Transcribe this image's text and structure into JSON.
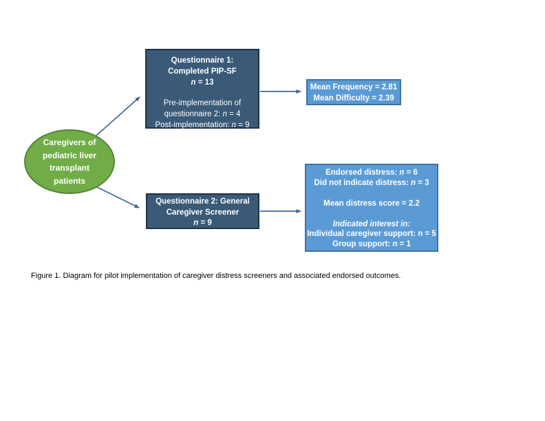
{
  "colors": {
    "ellipse_fill": "#70AD47",
    "ellipse_border": "#548235",
    "dark_box_fill": "#3A5A78",
    "dark_box_border": "#1E3245",
    "light_box_fill": "#5B9BD5",
    "light_box_border": "#41719C",
    "arrow_color": "#3E6491"
  },
  "ellipse": {
    "lines": [
      "Caregivers of",
      "pediatric liver",
      "transplant",
      "patients"
    ]
  },
  "questionnaire1": {
    "title_lines": [
      "Questionnaire 1:",
      "Completed PIP-SF",
      [
        {
          "t": "n",
          "i": true
        },
        {
          "t": " = 13"
        }
      ]
    ],
    "body_lines": [
      "Pre-implementation of",
      [
        {
          "t": "questionnaire 2: "
        },
        {
          "t": "n",
          "i": true
        },
        {
          "t": " = 4"
        }
      ],
      [
        {
          "t": "Post-implementation: "
        },
        {
          "t": "n",
          "i": true
        },
        {
          "t": " = 9"
        }
      ]
    ]
  },
  "pipsf_results": {
    "lines": [
      "Mean Frequency = 2.81",
      "Mean Difficulty = 2.39"
    ]
  },
  "questionnaire2": {
    "lines": [
      "Questionnaire 2: General",
      "Caregiver Screener",
      [
        {
          "t": "n",
          "i": true
        },
        {
          "t": " = 9"
        }
      ]
    ]
  },
  "screener_results": {
    "lines": [
      [
        {
          "t": "Endorsed distress: "
        },
        {
          "t": "n",
          "i": true
        },
        {
          "t": " = 6"
        }
      ],
      [
        {
          "t": "Did not indicate distress: "
        },
        {
          "t": "n",
          "i": true
        },
        {
          "t": " = 3"
        }
      ],
      "",
      "Mean distress score = 2.2",
      "",
      [
        {
          "t": "Indicated interest in:",
          "i": true
        }
      ],
      "Individual caregiver support: n = 5",
      [
        {
          "t": "Group support: "
        },
        {
          "t": "n",
          "i": true
        },
        {
          "t": " = 1"
        }
      ]
    ]
  },
  "caption": "Figure 1. Diagram for pilot implementation of caregiver distress screeners and associated endorsed outcomes."
}
